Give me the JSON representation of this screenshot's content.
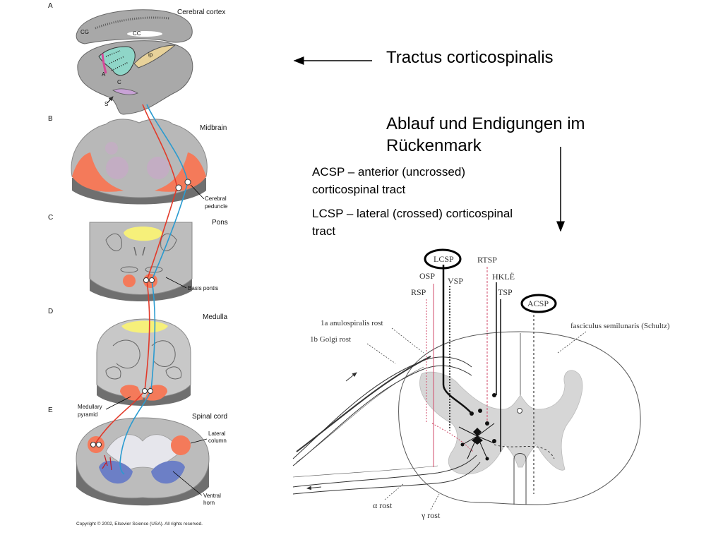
{
  "slide": {
    "title": "Tractus corticospinalis",
    "subtitle": "Ablauf und Endigungen im Rückenmark",
    "definitions": [
      {
        "text": "ACSP – anterior (uncrossed) corticospinal tract"
      },
      {
        "text": "LCSP – lateral (crossed) corticospinal tract"
      }
    ]
  },
  "left_figure": {
    "panels": [
      {
        "letter": "A",
        "title": "Cerebral cortex"
      },
      {
        "letter": "B",
        "title": "Midbrain"
      },
      {
        "letter": "C",
        "title": "Pons"
      },
      {
        "letter": "D",
        "title": "Medulla"
      },
      {
        "letter": "E",
        "title": "Spinal cord"
      }
    ],
    "labels": {
      "cg": "CG",
      "cc": "CC",
      "ip": "ip",
      "a": "A",
      "c": "C",
      "s": "S",
      "cerebral_peduncle_1": "Cerebral",
      "cerebral_peduncle_2": "peduncle",
      "basis_pontis": "Basis pontis",
      "medullary_pyramid_1": "Medullary",
      "medullary_pyramid_2": "pyramid",
      "lateral_column_1": "Lateral",
      "lateral_column_2": "column",
      "ventral_horn_1": "Ventral",
      "ventral_horn_2": "horn"
    },
    "copyright": "Copyright © 2002, Elsevier Science (USA). All rights reserved."
  },
  "right_figure": {
    "labels": {
      "lcsp": "LCSP",
      "osp": "OSP",
      "rsp": "RSP",
      "vsp": "VSP",
      "rtsp": "RTSP",
      "hkle": "HKLË",
      "tsp": "TSP",
      "acsp": "ACSP",
      "la_rost": "1a anulospiralis rost",
      "lb_rost": "1b Golgi rost",
      "fasciculus": "fasciculus semilunaris (Schultz)",
      "alpha_rost": "α  rost",
      "gamma_rost": "γ  rost"
    }
  },
  "colors": {
    "tract_red": "#e23a2a",
    "tract_blue": "#2a9bd0",
    "tract_orange": "#f47a5a",
    "tissue_gray": "#b8b8b8",
    "nucleus_yellow": "#f6f07a",
    "horn_blue": "#6c7fc6"
  }
}
